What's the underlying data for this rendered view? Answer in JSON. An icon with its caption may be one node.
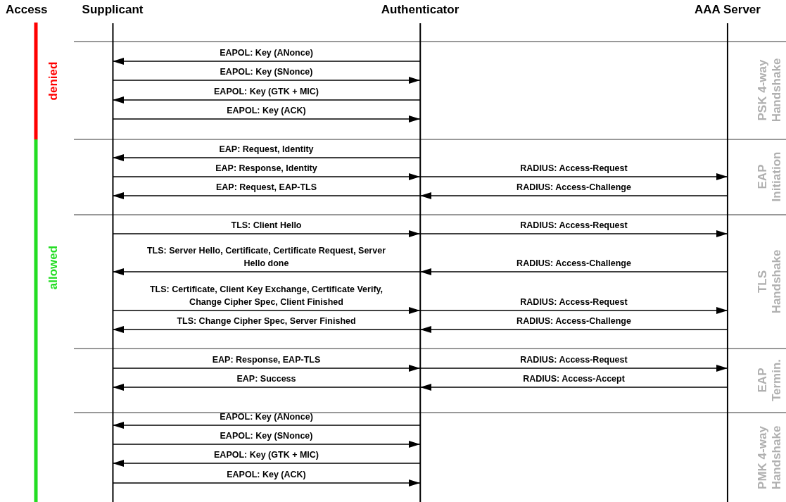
{
  "diagram": {
    "nodes": [
      {
        "text": [
          "Supplicant"
        ]
      },
      {
        "text": [
          "Authenticator"
        ]
      },
      {
        "text": [
          "AAA Server"
        ]
      }
    ],
    "edges": [
      {
        "from": 1,
        "to": 0,
        "arrow": "to",
        "label": "EAPOL: Key (ANonce)"
      },
      {
        "from": 0,
        "to": 1,
        "arrow": "to",
        "label": "EAPOL: Key (SNonce)"
      },
      {
        "from": 1,
        "to": 0,
        "arrow": "to",
        "label": "EAPOL: Key (GTK + MIC)"
      },
      {
        "from": 0,
        "to": 1,
        "arrow": "to",
        "label": "EAPOL: Key (ACK)"
      },
      {
        "from": 1,
        "to": 0,
        "arrow": "to",
        "label": "EAP: Request, Identity"
      },
      {
        "from": 0,
        "to": 1,
        "arrow": "to",
        "label": "EAP: Response, Identity"
      },
      {
        "from": 1,
        "to": 2,
        "arrow": "to",
        "label": "RADIUS: Access-Request"
      },
      {
        "from": 1,
        "to": 0,
        "arrow": "to",
        "label": "EAP: Request, EAP-TLS"
      },
      {
        "from": 2,
        "to": 1,
        "arrow": "to",
        "label": "RADIUS: Access-Challenge"
      },
      {
        "from": 0,
        "to": 1,
        "arrow": "to",
        "label": "TLS: Client Hello"
      },
      {
        "from": 1,
        "to": 2,
        "arrow": "to",
        "label": "RADIUS: Access-Request"
      },
      {
        "from": 1,
        "to": 0,
        "arrow": "to",
        "label": "TLS: Server Hello, Certificate, Certificate Request, Server Hello done"
      },
      {
        "from": 2,
        "to": 1,
        "arrow": "to",
        "label": "RADIUS: Access-Challenge"
      },
      {
        "from": 0,
        "to": 1,
        "arrow": "to",
        "label": "TLS: Certificate, Client Key Exchange, Certificate Verify, Change Cipher Spec, Client Finished"
      },
      {
        "from": 1,
        "to": 2,
        "arrow": "to",
        "label": "RADIUS: Access-Request"
      },
      {
        "from": 1,
        "to": 0,
        "arrow": "to",
        "label": "TLS: Change Cipher Spec, Server Finished"
      },
      {
        "from": 2,
        "to": 1,
        "arrow": "to",
        "label": "RADIUS: Access-Challenge"
      },
      {
        "from": 0,
        "to": 1,
        "arrow": "to",
        "label": "EAP: Response, EAP-TLS"
      },
      {
        "from": 1,
        "to": 2,
        "arrow": "to",
        "label": "RADIUS: Access-Request"
      },
      {
        "from": 1,
        "to": 0,
        "arrow": "to",
        "label": "EAP: Success"
      },
      {
        "from": 2,
        "to": 1,
        "arrow": "to",
        "label": "RADIUS: Access-Accept"
      },
      {
        "from": 1,
        "to": 0,
        "arrow": "to",
        "label": "EAPOL: Key (ANonce)"
      },
      {
        "from": 0,
        "to": 1,
        "arrow": "to",
        "label": "EAPOL: Key (SNonce)"
      },
      {
        "from": 1,
        "to": 0,
        "arrow": "to",
        "label": "EAPOL: Key (GTK + MIC)"
      },
      {
        "from": 0,
        "to": 1,
        "arrow": "to",
        "label": "EAPOL: Key (ACK)"
      }
    ],
    "labels": [
      "Access",
      "denied",
      "allowed",
      "PSK 4-way Handshake",
      "EAP Initiation",
      "TLS Handshake",
      "EAP Termin.",
      "PMK 4-way Handshake"
    ]
  }
}
